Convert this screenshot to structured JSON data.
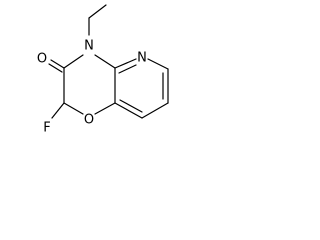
{
  "molecule": {
    "atom_labels": {
      "oxygen_carbonyl": "O",
      "nitrogen_amide": "N",
      "nitrogen_pyridine": "N",
      "oxygen_ring": "O",
      "fluorine": "F"
    },
    "colors": {
      "bond": "#000000",
      "label": "#000000",
      "background": "#ffffff"
    }
  }
}
